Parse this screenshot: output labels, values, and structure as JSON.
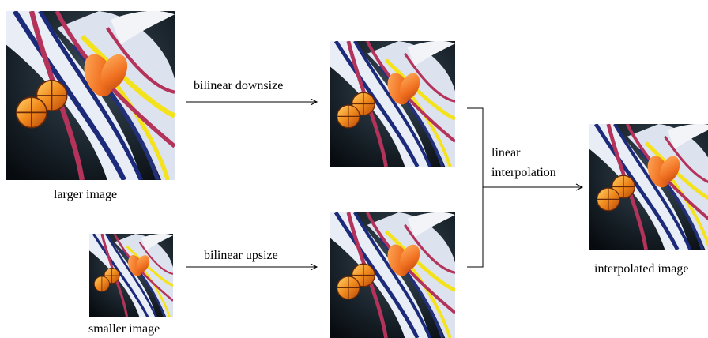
{
  "images": {
    "larger": {
      "caption": "larger image"
    },
    "smaller": {
      "caption": "smaller image"
    },
    "downsized": {
      "caption": ""
    },
    "upsized": {
      "caption": ""
    },
    "interpolated": {
      "caption": "interpolated image"
    }
  },
  "operations": {
    "downsize_label": "bilinear downsize",
    "upsize_label": "bilinear upsize",
    "interp_label_line1": "linear",
    "interp_label_line2": "interpolation"
  },
  "colors": {
    "line": "#000000",
    "background": "#ffffff"
  }
}
